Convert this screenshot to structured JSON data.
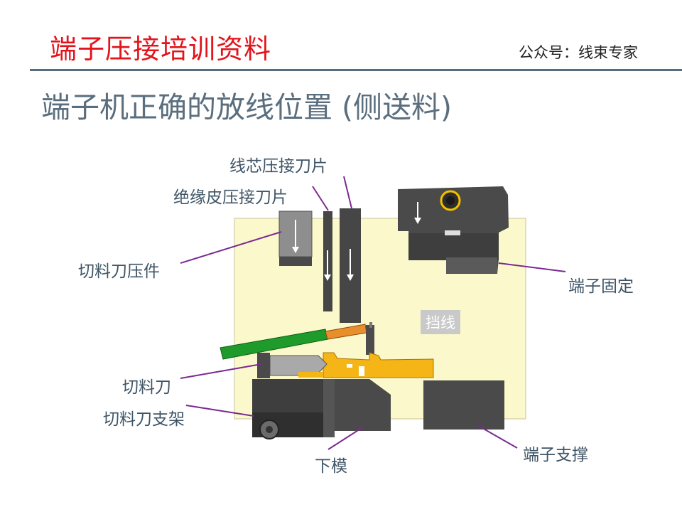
{
  "header": {
    "title": "端子压接培训资料",
    "account": "公众号：线束专家"
  },
  "slide": {
    "title": "端子机正确的放线位置 (侧送料)"
  },
  "diagram": {
    "labels": {
      "core_crimp_blade": "线芯压接刀片",
      "insulation_crimp_blade": "绝缘皮压接刀片",
      "cutter_press": "切料刀压件",
      "terminal_fix": "端子固定",
      "stop_wire": "挡线",
      "cutter": "切料刀",
      "cutter_bracket": "切料刀支架",
      "lower_die": "下模",
      "terminal_support": "端子支撑"
    },
    "colors": {
      "background_plate": "#fbf9cc",
      "machine_part": "#4c4c4c",
      "wire_insulation": "#1f9b2c",
      "wire_core": "#e88f2c",
      "terminal": "#f5b517",
      "leader_line": "#7a2a92"
    }
  }
}
